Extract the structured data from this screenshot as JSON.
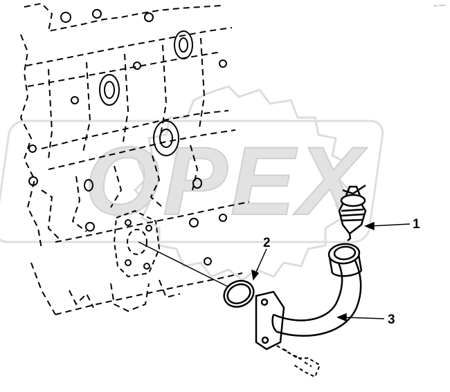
{
  "watermark": {
    "text": "OPEX",
    "color": "#d9d9d9"
  },
  "corner_mark": "←—",
  "callouts": [
    {
      "id": "1",
      "label": "1"
    },
    {
      "id": "2",
      "label": "2"
    },
    {
      "id": "3",
      "label": "3"
    }
  ],
  "colors": {
    "line": "#000000",
    "background": "#ffffff"
  }
}
